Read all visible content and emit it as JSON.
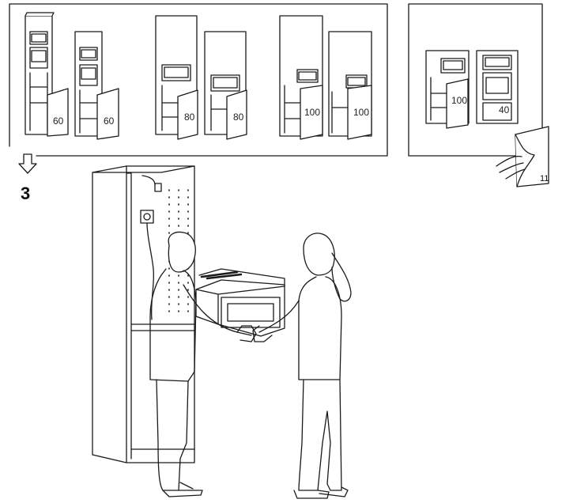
{
  "step": {
    "number": "3"
  },
  "variants": [
    {
      "label": "60"
    },
    {
      "label": "60"
    },
    {
      "label": "80"
    },
    {
      "label": "80"
    },
    {
      "label": "100"
    },
    {
      "label": "100"
    }
  ],
  "alt_variants": [
    {
      "label": "100"
    },
    {
      "label": "40"
    }
  ],
  "page_ref": {
    "number": "11"
  }
}
